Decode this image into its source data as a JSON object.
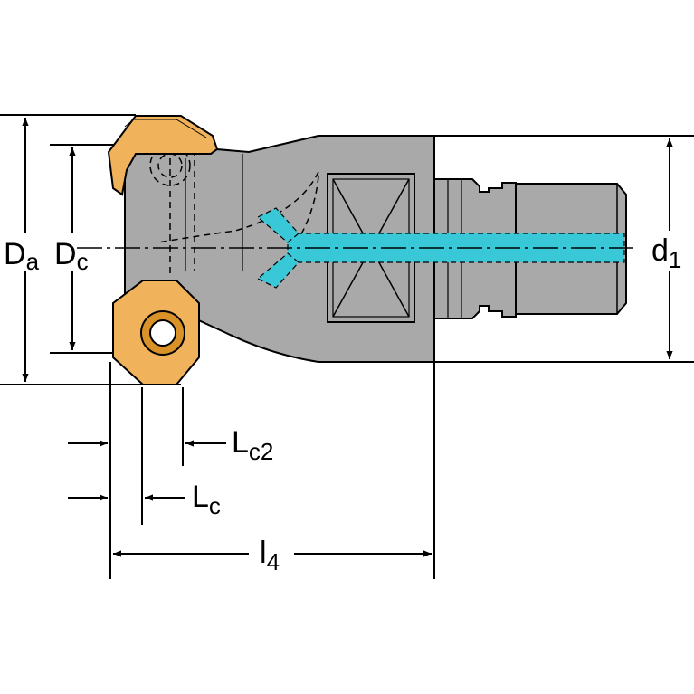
{
  "labels": {
    "Da": {
      "main": "D",
      "sub": "a"
    },
    "Dc": {
      "main": "D",
      "sub": "c"
    },
    "d1": {
      "main": "d",
      "sub": "1"
    },
    "Lc2": {
      "main": "L",
      "sub": "c2"
    },
    "Lc": {
      "main": "L",
      "sub": "c"
    },
    "l4": {
      "main": "l",
      "sub": "4"
    }
  },
  "colors": {
    "body": "#a9a9a9",
    "insert": "#f0b25a",
    "coolant": "#38c8d8",
    "line": "#000000"
  }
}
